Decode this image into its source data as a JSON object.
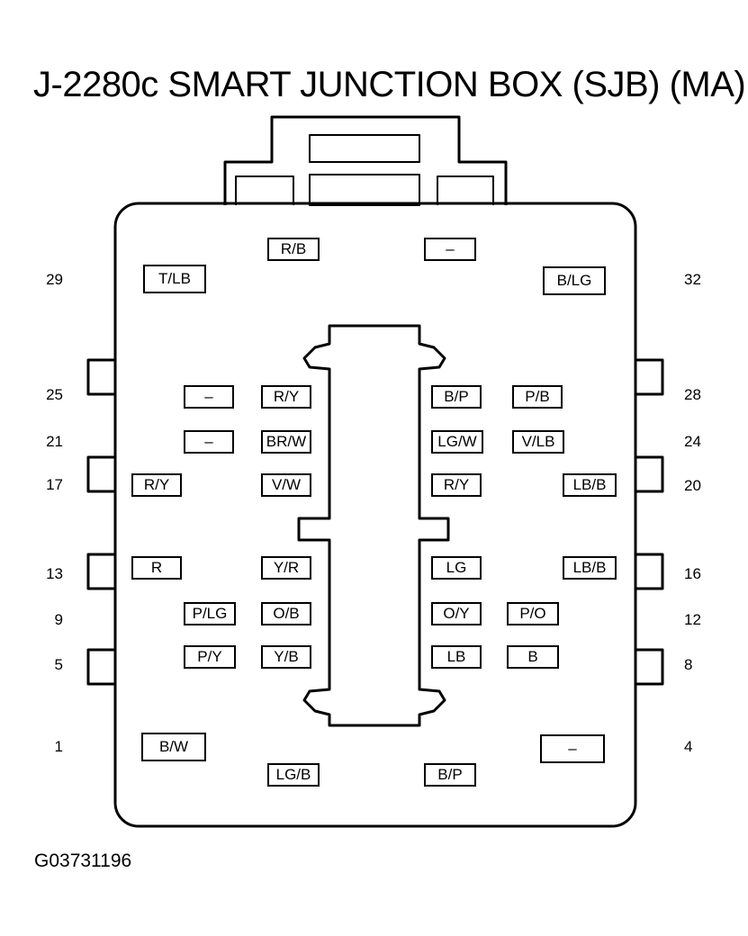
{
  "title": "J-2280c SMART JUNCTION BOX (SJB) (MA)",
  "figure_code": "G03731196",
  "pins": {
    "p1": "1",
    "p4": "4",
    "p5": "5",
    "p8": "8",
    "p9": "9",
    "p12": "12",
    "p13": "13",
    "p16": "16",
    "p17": "17",
    "p20": "20",
    "p21": "21",
    "p24": "24",
    "p25": "25",
    "p28": "28",
    "p29": "29",
    "p32": "32"
  },
  "wires": {
    "top_rb": "R/B",
    "top_dash": "–",
    "tlb": "T/LB",
    "blg": "B/LG",
    "r25_a": "–",
    "r25_b": "R/Y",
    "r28_a": "B/P",
    "r28_b": "P/B",
    "r21_a": "–",
    "r21_b": "BR/W",
    "r24_a": "LG/W",
    "r24_b": "V/LB",
    "r17_a": "R/Y",
    "r17_b": "V/W",
    "r20_a": "R/Y",
    "r20_b": "LB/B",
    "r13_a": "R",
    "r13_b": "Y/R",
    "r16_a": "LG",
    "r16_b": "LB/B",
    "r9_a": "P/LG",
    "r9_b": "O/B",
    "r12_a": "O/Y",
    "r12_b": "P/O",
    "r5_a": "P/Y",
    "r5_b": "Y/B",
    "r8_a": "LB",
    "r8_b": "B",
    "bw": "B/W",
    "bot_dash": "–",
    "lgb": "LG/B",
    "bot_bp": "B/P"
  }
}
